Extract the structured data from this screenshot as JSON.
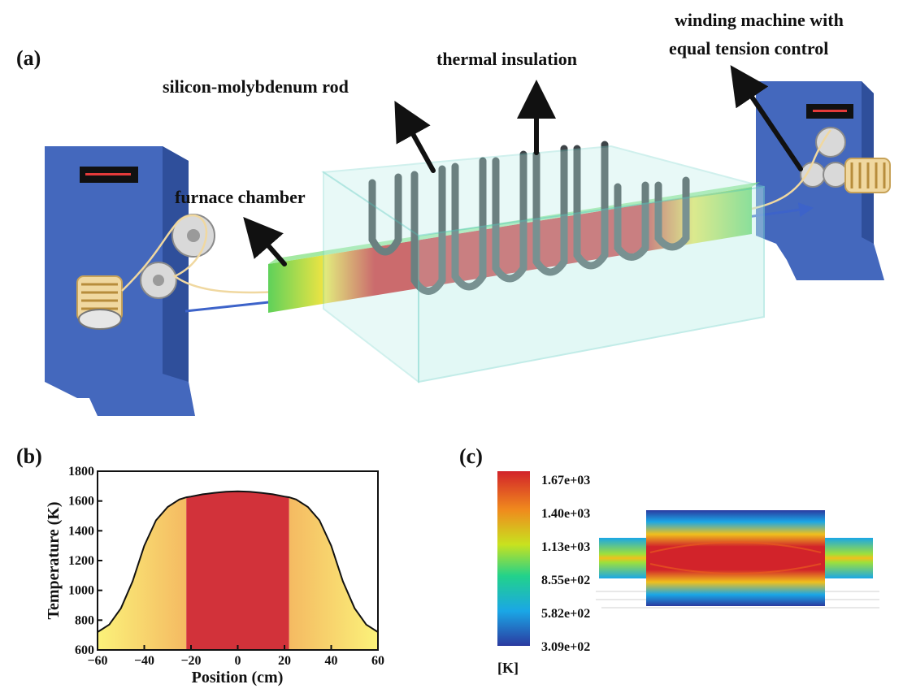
{
  "panels": {
    "a": "(a)",
    "b": "(b)",
    "c": "(c)"
  },
  "labels": {
    "thermal_insulation": "thermal insulation",
    "rod": "silicon-molybdenum rod",
    "chamber": "furnace chamber",
    "winder_line1": "winding machine with",
    "winder_line2": "equal tension control"
  },
  "colors": {
    "machine_blue": "#4d72c6",
    "glass": "#8fded6",
    "hot_red": "#d2232a",
    "warm_yellow": "#f4e542",
    "cool_green": "#5fd15a",
    "rod_gray": "#3e4448"
  },
  "chart_data": {
    "type": "area",
    "xlabel": "Position (cm)",
    "ylabel": "Temperature (K)",
    "xlim": [
      -60,
      60
    ],
    "ylim": [
      600,
      1800
    ],
    "xticks": [
      -60,
      -40,
      -20,
      0,
      20,
      40,
      60
    ],
    "yticks": [
      600,
      800,
      1000,
      1200,
      1400,
      1600,
      1800
    ],
    "x": [
      -60,
      -55,
      -50,
      -45,
      -40,
      -35,
      -30,
      -25,
      -22,
      -20,
      -15,
      -10,
      -5,
      0,
      5,
      10,
      15,
      20,
      22,
      25,
      30,
      35,
      40,
      45,
      50,
      55,
      60
    ],
    "y": [
      720,
      770,
      880,
      1060,
      1300,
      1470,
      1560,
      1610,
      1625,
      1630,
      1645,
      1655,
      1662,
      1665,
      1662,
      1655,
      1645,
      1630,
      1625,
      1610,
      1560,
      1470,
      1300,
      1060,
      880,
      770,
      720
    ],
    "uniform_zone": [
      -22,
      22
    ]
  },
  "colorbar": {
    "unit": "[K]",
    "ticks": [
      "1.67e+03",
      "1.40e+03",
      "1.13e+03",
      "8.55e+02",
      "5.82e+02",
      "3.09e+02"
    ]
  }
}
